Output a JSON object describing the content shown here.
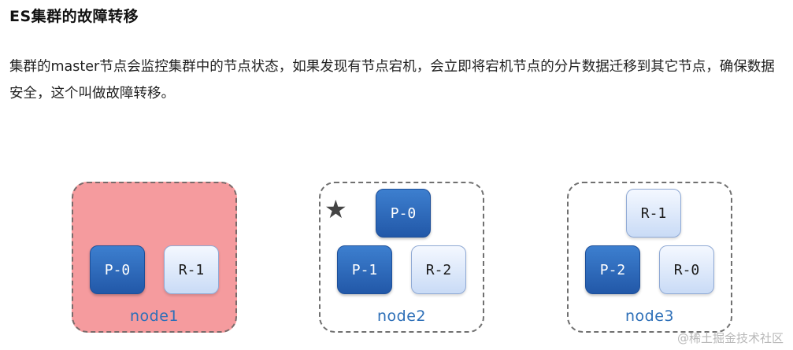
{
  "title": "ES集群的故障转移",
  "paragraph": "集群的master节点会监控集群中的节点状态，如果发现有节点宕机，会立即将宕机节点的分片数据迁移到其它节点，确保数据安全，这个叫做故障转移。",
  "nodes": [
    {
      "label": "node1",
      "status": "down",
      "shards": [
        {
          "label": "P-0",
          "kind": "primary"
        },
        {
          "label": "R-1",
          "kind": "replica"
        }
      ]
    },
    {
      "label": "node2",
      "master": true,
      "master_icon": "star-icon",
      "shards": [
        {
          "label": "P-0",
          "kind": "primary"
        },
        {
          "label": "P-1",
          "kind": "primary"
        },
        {
          "label": "R-2",
          "kind": "replica"
        }
      ]
    },
    {
      "label": "node3",
      "shards": [
        {
          "label": "R-1",
          "kind": "replica"
        },
        {
          "label": "P-2",
          "kind": "primary"
        },
        {
          "label": "R-0",
          "kind": "replica"
        }
      ]
    }
  ],
  "colors": {
    "down_node_fill": "#f59b9e",
    "primary_shard": "#2a64b4",
    "replica_shard": "#dbe7fa",
    "node_label": "#2d6fb8"
  },
  "watermark": "@稀土掘金技术社区"
}
